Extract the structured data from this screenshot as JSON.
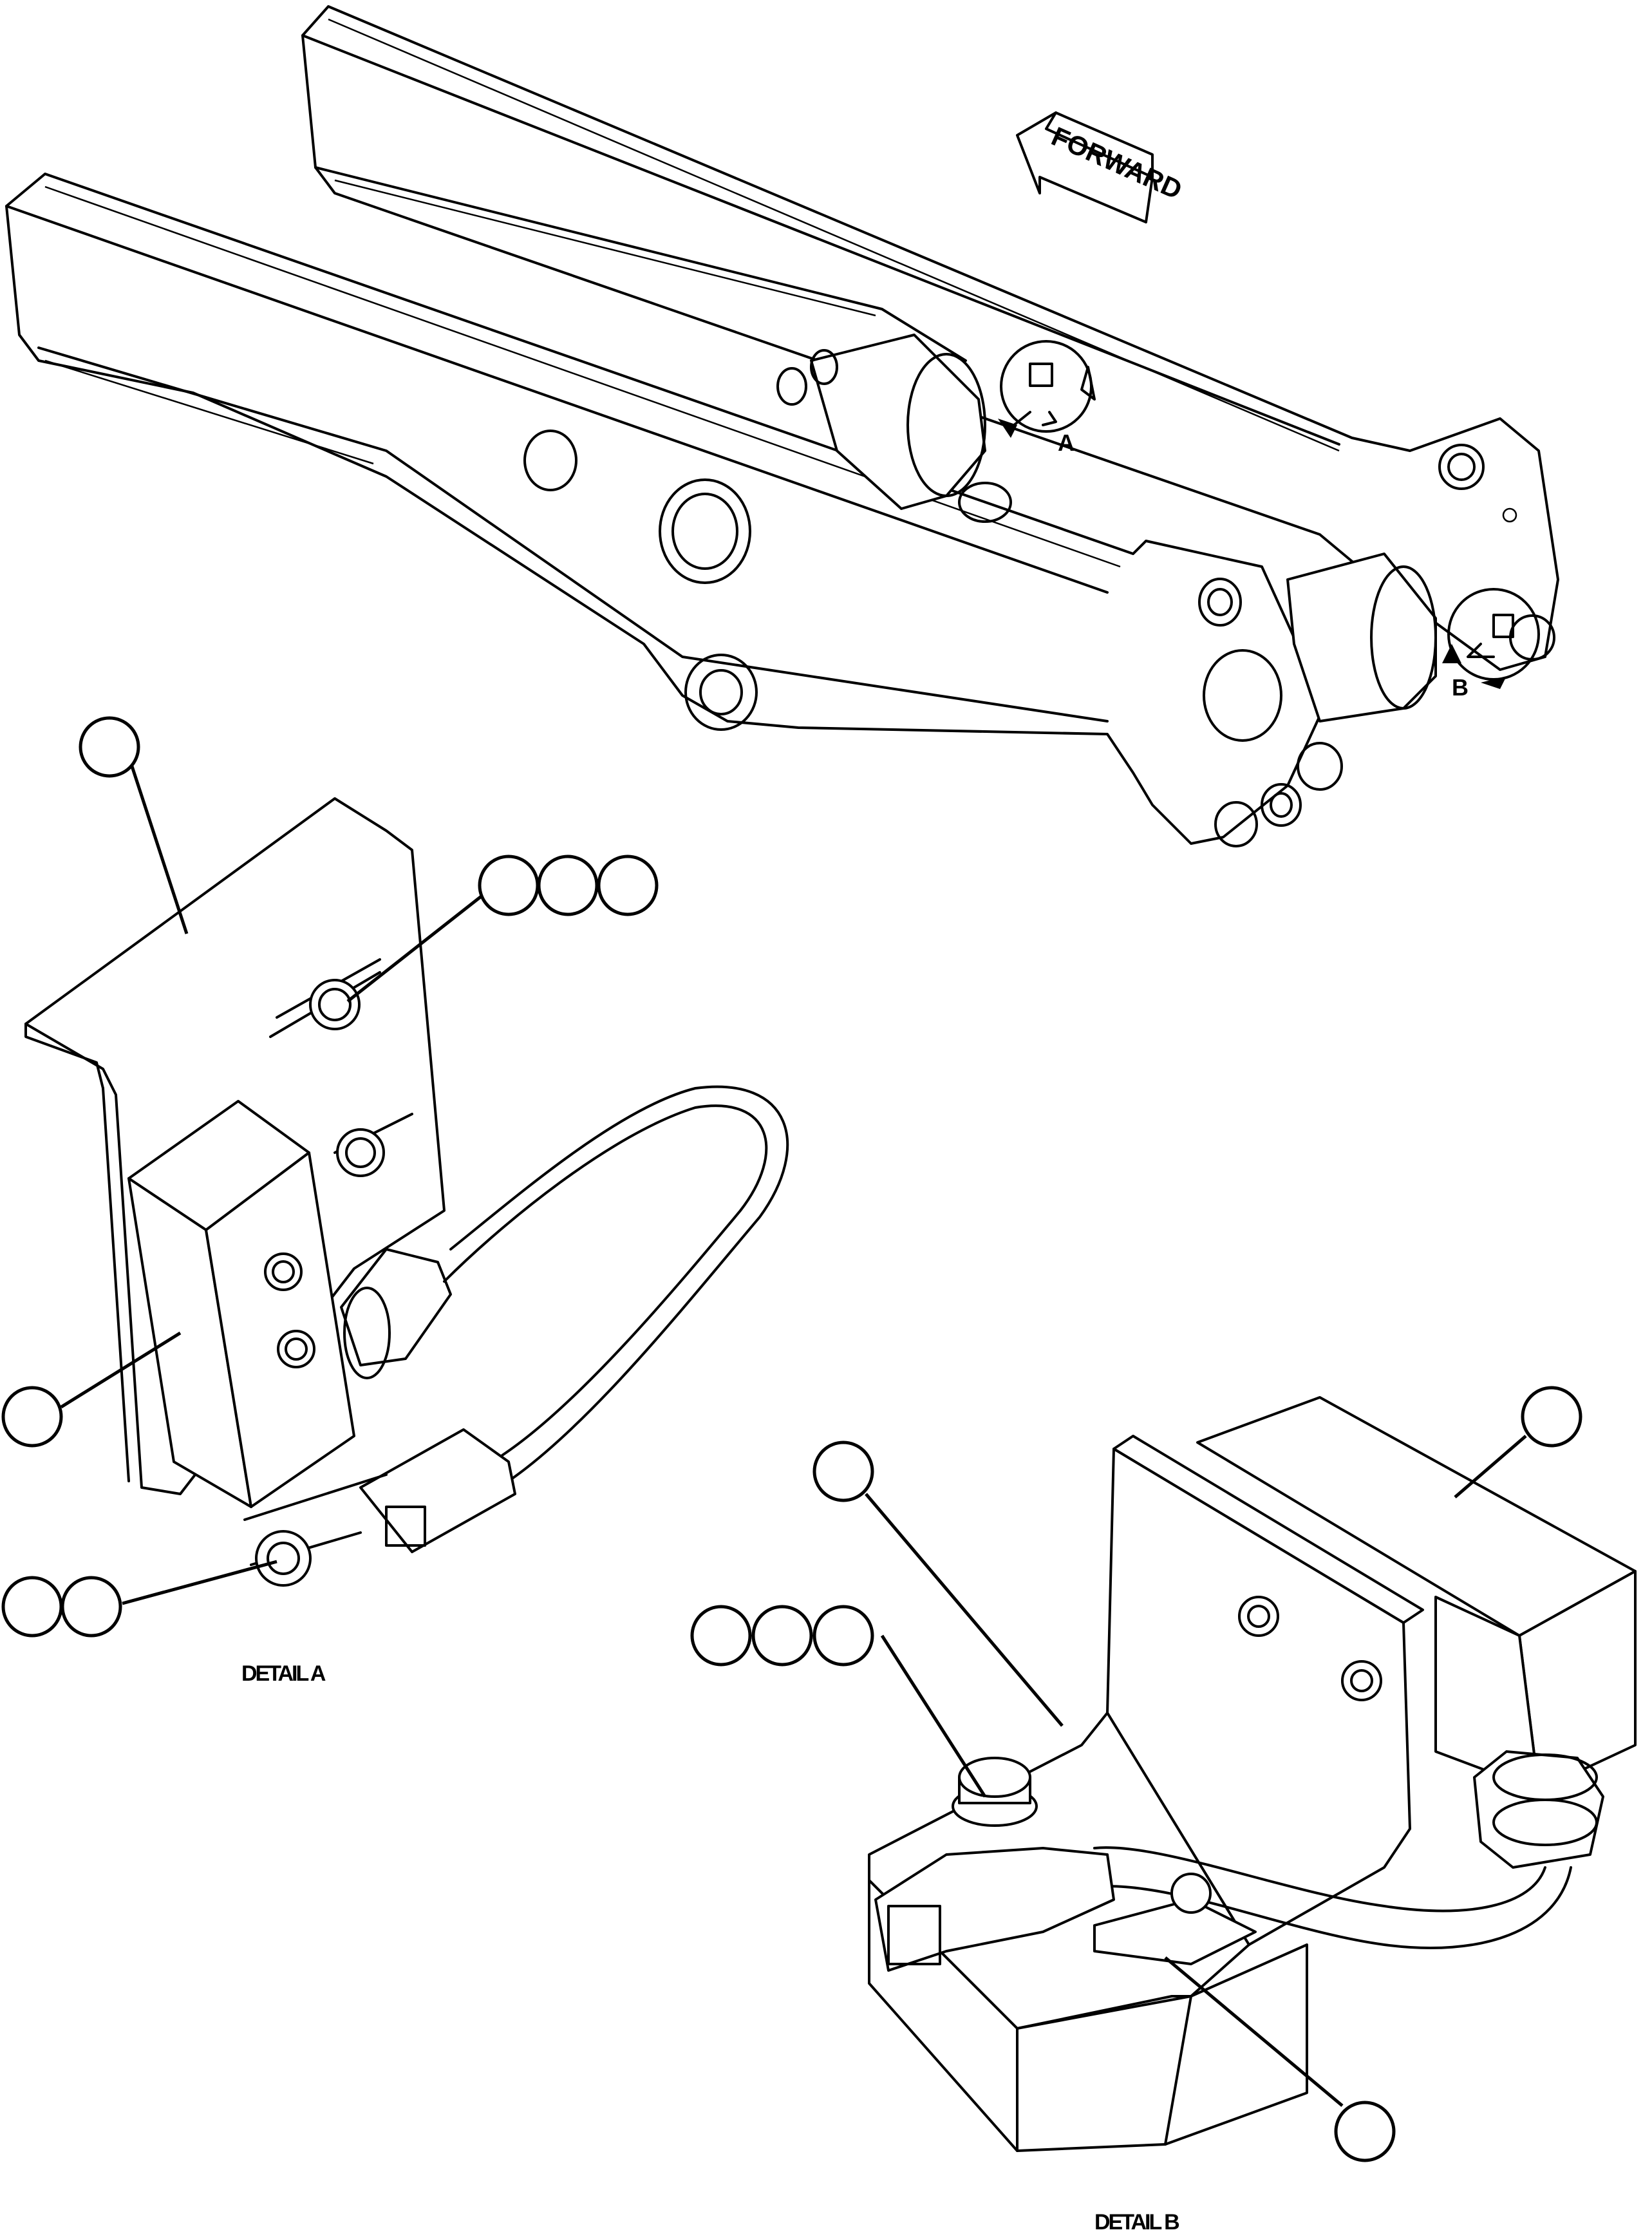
{
  "labels": {
    "forward": "FORWARD",
    "detail_a_marker": "A",
    "detail_b_marker": "B",
    "detail_a_caption": "DETAIL A",
    "detail_b_caption": "DETAIL B"
  },
  "callouts": [
    {
      "id": "a-bracket"
    },
    {
      "id": "a-bolt-group-1"
    },
    {
      "id": "a-bolt-group-2"
    },
    {
      "id": "a-bolt-group-3"
    },
    {
      "id": "a-sensor-block"
    },
    {
      "id": "a-ground-bolt-1"
    },
    {
      "id": "a-ground-bolt-2"
    },
    {
      "id": "b-sensor-block"
    },
    {
      "id": "b-bracket"
    },
    {
      "id": "b-bolt-group-1"
    },
    {
      "id": "b-bolt-group-2"
    },
    {
      "id": "b-bolt-group-3"
    },
    {
      "id": "b-plate"
    }
  ]
}
